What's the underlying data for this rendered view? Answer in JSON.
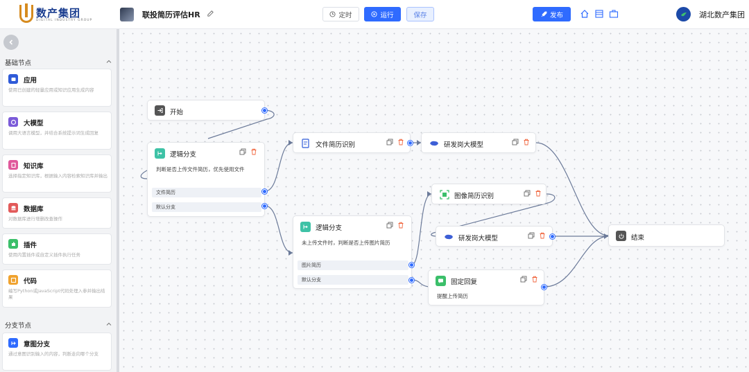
{
  "header": {
    "logo_text": "数产集团",
    "logo_sub": "DIGITAL INDUSTRY GROUP",
    "app_title": "联投简历评估HR",
    "btn_timer": "定时",
    "btn_run": "运行",
    "btn_save": "保存",
    "btn_publish": "发布",
    "org_name": "湖北数产集团"
  },
  "sidebar": {
    "section_basic": "基础节点",
    "section_branch": "分支节点",
    "items": [
      {
        "name": "应用",
        "desc": "使用已创建的轻量应用或知识应用生成内容",
        "icon": "app-icon",
        "color": "#2f5bd8"
      },
      {
        "name": "大模型",
        "desc": "调用大语言模型，并结合系统提示词生成回复",
        "icon": "llm-icon",
        "color": "#7b5bd9"
      },
      {
        "name": "知识库",
        "desc": "选择指定知识库，根据输入内容检索知识库并输出",
        "icon": "knowledge-icon",
        "color": "#e0589b"
      },
      {
        "name": "数据库",
        "desc": "对数据库进行增删改查操作",
        "icon": "database-icon",
        "color": "#e25a5a"
      },
      {
        "name": "插件",
        "desc": "使用内置插件或自定义插件执行任务",
        "icon": "plugin-icon",
        "color": "#3bbf6a"
      },
      {
        "name": "代码",
        "desc": "编写Python或JavaScript代码处理入参并输出结果",
        "icon": "code-icon",
        "color": "#f0a22e"
      },
      {
        "name": "意图分支",
        "desc": "通过意图识别输入的内容，判断走向哪个分支",
        "icon": "intent-icon",
        "color": "#2f6bff"
      }
    ]
  },
  "flow": {
    "start": {
      "title": "开始"
    },
    "branch1": {
      "title": "逻辑分支",
      "desc": "判断是否上传文件简历，优先使用文件",
      "rows": [
        "文件简历",
        "默认分支"
      ]
    },
    "file_parse": {
      "title": "文件简历识别"
    },
    "llm1": {
      "title": "研发岗大模型"
    },
    "branch2": {
      "title": "逻辑分支",
      "desc": "未上传文件时，判断是否上传图片简历",
      "rows": [
        "图片简历",
        "默认分支"
      ]
    },
    "image_parse": {
      "title": "图像简历识别"
    },
    "llm2": {
      "title": "研发岗大模型"
    },
    "fixed_reply": {
      "title": "固定回复",
      "desc": "提醒上传简历"
    },
    "end": {
      "title": "结束"
    }
  },
  "colors": {
    "primary": "#2f6bff",
    "edge": "#6b7a99",
    "delete": "#f0643c"
  }
}
